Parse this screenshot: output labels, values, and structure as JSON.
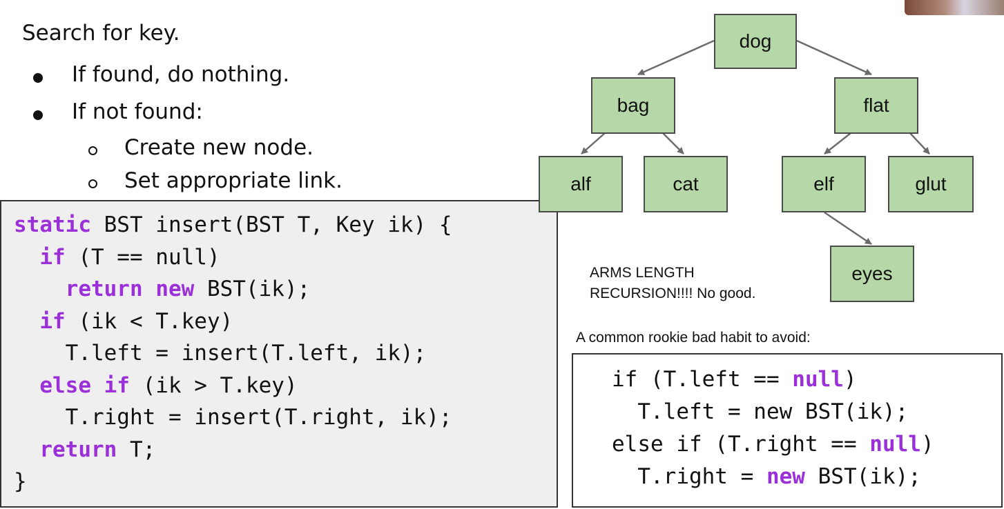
{
  "slide": {
    "heading": "Search for key.",
    "bullets": [
      "If found, do nothing.",
      "If not found:"
    ],
    "sub_bullets": [
      "Create new node.",
      "Set appropriate link."
    ]
  },
  "main_code": {
    "lines": [
      [
        {
          "t": "static",
          "k": true
        },
        {
          "t": " BST insert(BST T, Key ik) {",
          "k": false
        }
      ],
      [
        {
          "t": "  ",
          "k": false
        },
        {
          "t": "if",
          "k": true
        },
        {
          "t": " (T == null)",
          "k": false
        }
      ],
      [
        {
          "t": "    ",
          "k": false
        },
        {
          "t": "return",
          "k": true
        },
        {
          "t": " ",
          "k": false
        },
        {
          "t": "new",
          "k": true
        },
        {
          "t": " BST(ik);",
          "k": false
        }
      ],
      [
        {
          "t": "  ",
          "k": false
        },
        {
          "t": "if",
          "k": true
        },
        {
          "t": " (ik < T.key)",
          "k": false
        }
      ],
      [
        {
          "t": "    T.left = insert(T.left, ik);",
          "k": false
        }
      ],
      [
        {
          "t": "  ",
          "k": false
        },
        {
          "t": "else if",
          "k": true
        },
        {
          "t": " (ik > T.key)",
          "k": false
        }
      ],
      [
        {
          "t": "    T.right = insert(T.right, ik);",
          "k": false
        }
      ],
      [
        {
          "t": "  ",
          "k": false
        },
        {
          "t": "return",
          "k": true
        },
        {
          "t": " T;",
          "k": false
        }
      ],
      [
        {
          "t": "}",
          "k": false
        }
      ]
    ]
  },
  "tree": {
    "nodes": {
      "dog": "dog",
      "bag": "bag",
      "flat": "flat",
      "alf": "alf",
      "cat": "cat",
      "elf": "elf",
      "glut": "glut",
      "eyes": "eyes"
    },
    "edge_color": "#6b6b6b",
    "node_fill": "#b6d7a8"
  },
  "annotation": {
    "line1": "ARMS LENGTH",
    "line2": "RECURSION!!!! No good."
  },
  "bad_habit": {
    "caption": "A common rookie bad habit to avoid:",
    "lines": [
      [
        {
          "t": "if (T.left == ",
          "k": false
        },
        {
          "t": "null",
          "k": true
        },
        {
          "t": ")",
          "k": false
        }
      ],
      [
        {
          "t": "  T.left = new BST(ik);",
          "k": false
        }
      ],
      [
        {
          "t": "else if (T.right == ",
          "k": false
        },
        {
          "t": "null",
          "k": true
        },
        {
          "t": ")",
          "k": false
        }
      ],
      [
        {
          "t": "  T.right = ",
          "k": false
        },
        {
          "t": "new",
          "k": true
        },
        {
          "t": " BST(ik);",
          "k": false
        }
      ]
    ]
  },
  "colors": {
    "keyword": "#9b30d9",
    "code_bg": "#efefef"
  }
}
